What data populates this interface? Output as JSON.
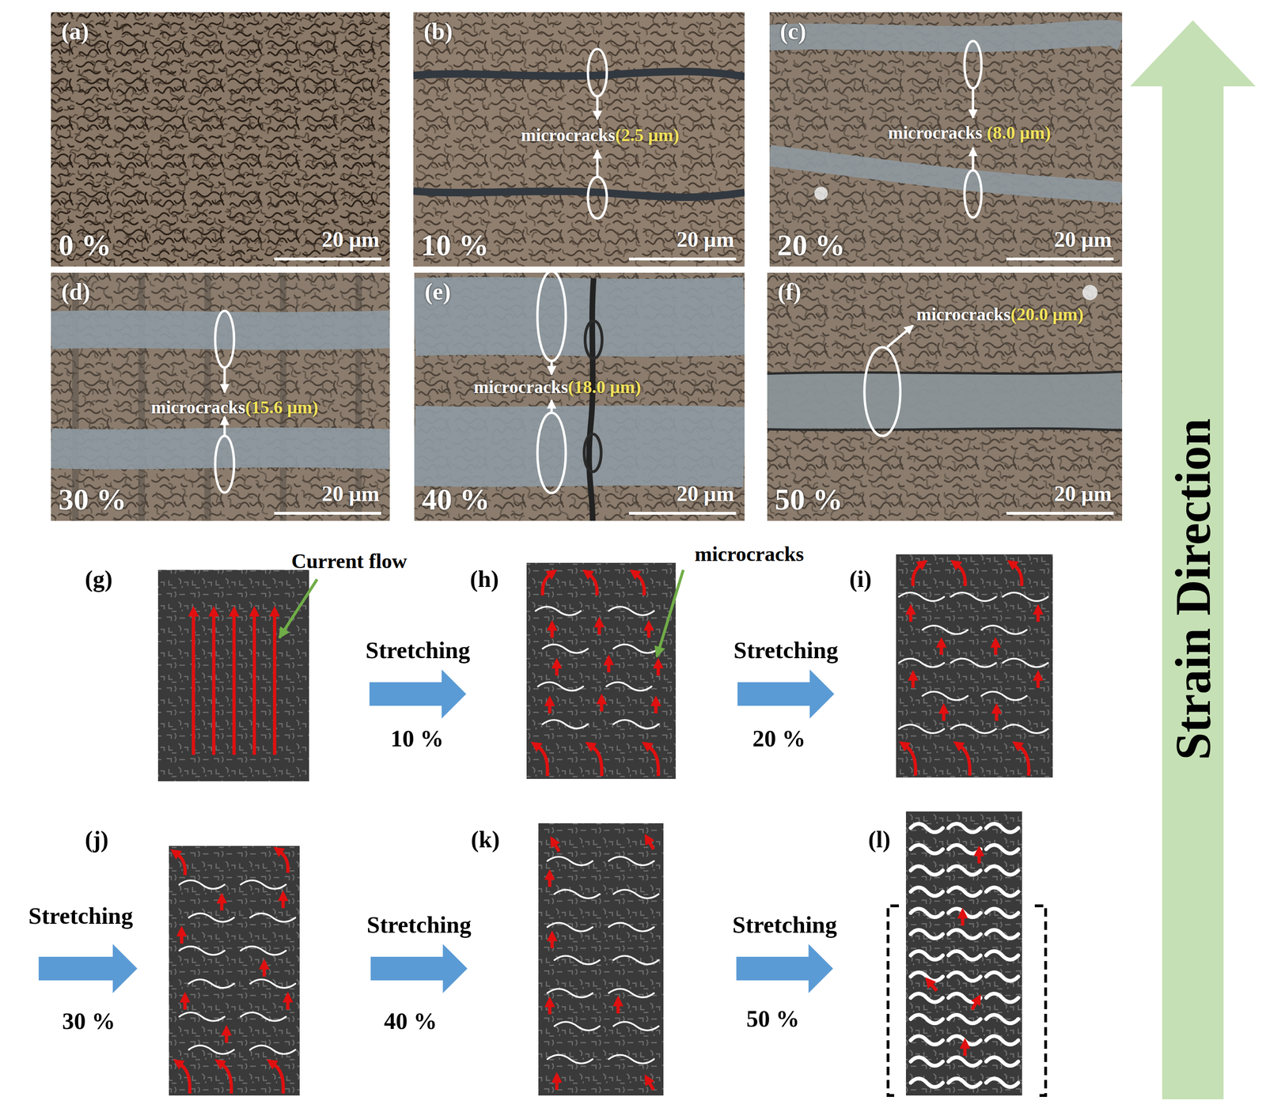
{
  "diagram": {
    "nodes": [
      {
        "text": [
          "(a)",
          "0 %",
          "20 μm"
        ]
      },
      {
        "text": [
          "(b)",
          "microcracks(2.5 μm)",
          "10 %",
          "20 μm"
        ]
      },
      {
        "text": [
          "(c)",
          "microcracks (8.0 μm)",
          "20 %",
          "20 μm"
        ]
      },
      {
        "text": [
          "(d)",
          "microcracks(15.6 μm)",
          "30 %",
          "20 μm"
        ]
      },
      {
        "text": [
          "(e)",
          "microcracks(18.0 μm)",
          "40 %",
          "20 μm"
        ]
      },
      {
        "text": [
          "(f)",
          "microcracks(20.0 μm)",
          "50 %",
          "20 μm"
        ]
      },
      {
        "text": [
          "(g)"
        ]
      },
      {
        "text": [
          "(h)"
        ]
      },
      {
        "text": [
          "(i)"
        ]
      },
      {
        "text": [
          "(j)"
        ]
      },
      {
        "text": [
          "(k)"
        ]
      },
      {
        "text": [
          "(l)"
        ]
      },
      {
        "text": [
          "Strain Direction"
        ]
      }
    ],
    "edges": [
      {
        "from": 6,
        "to": 7,
        "label": "Stretching",
        "arrow": "to"
      },
      {
        "from": 7,
        "to": 8,
        "label": "Stretching",
        "arrow": "to"
      },
      {
        "from": 9,
        "to": 10,
        "label": "Stretching",
        "arrow": "to"
      },
      {
        "from": 10,
        "to": 11,
        "label": "Stretching",
        "arrow": "to"
      }
    ],
    "labels": [
      "Current flow",
      "microcracks",
      "10 %",
      "20 %",
      "Stretching",
      "30 %",
      "40 %",
      "50 %"
    ]
  }
}
